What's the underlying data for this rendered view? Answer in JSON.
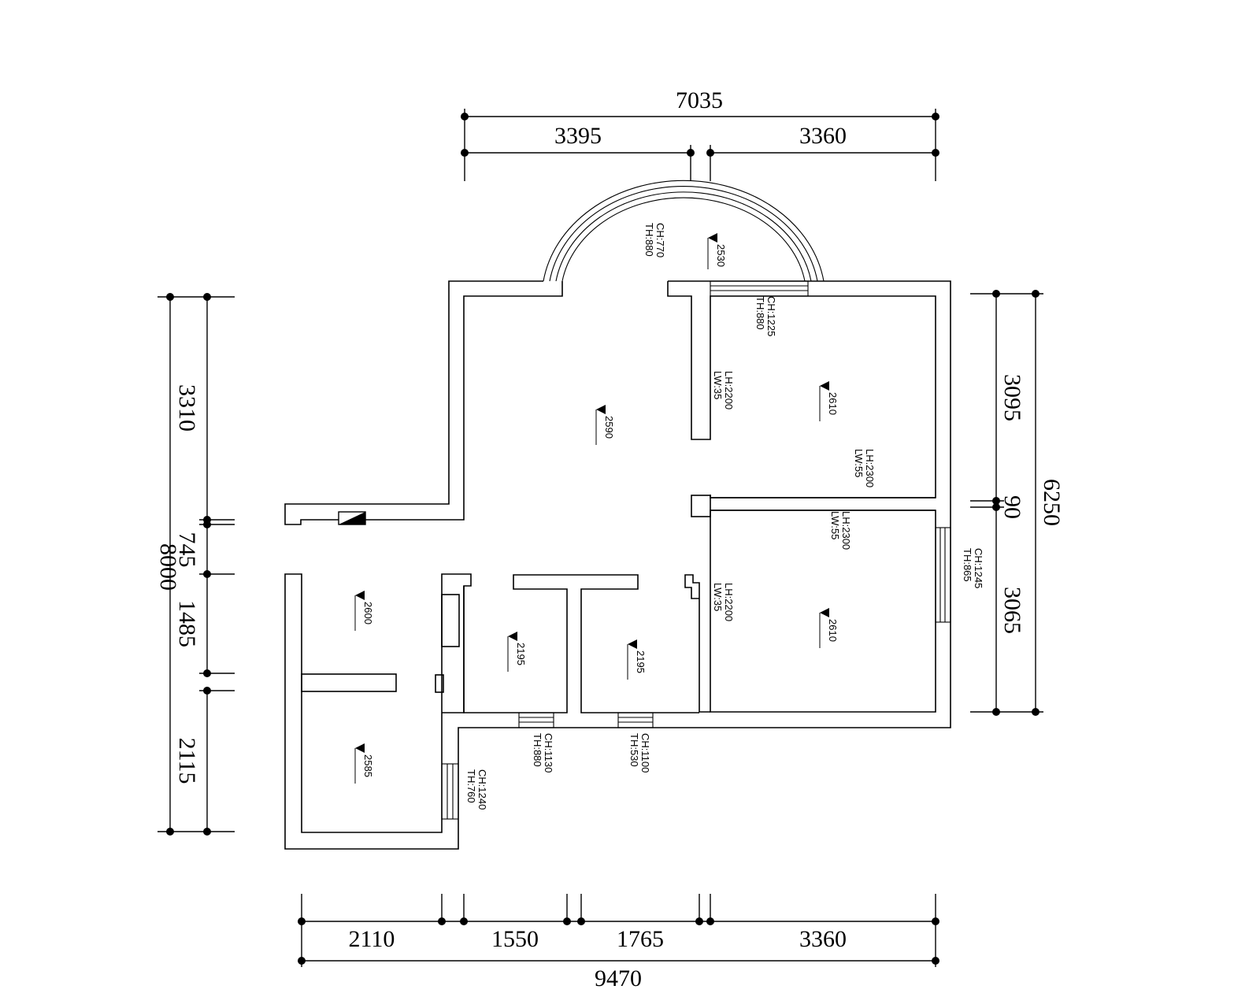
{
  "dimensions": {
    "top_total": "7035",
    "top_left": "3395",
    "top_right": "3360",
    "bottom_1": "2110",
    "bottom_2": "1550",
    "bottom_3": "1765",
    "bottom_4": "3360",
    "bottom_total": "9470",
    "left_total": "8000",
    "left_1": "3310",
    "left_2": "745",
    "left_3": "1485",
    "left_4": "2115",
    "right_1": "3095",
    "right_2": "90",
    "right_3": "3065",
    "right_total": "6250"
  },
  "annotations": {
    "bay_window": [
      "CH:770",
      "TH:880"
    ],
    "top_window": [
      "CH:1225",
      "TH:880"
    ],
    "right_window": [
      "CH:1245",
      "TH:865"
    ],
    "bottom_window_1": [
      "CH:1130",
      "TH:880"
    ],
    "bottom_window_2": [
      "CH:1100",
      "TH:530"
    ],
    "left_window": [
      "CH:1240",
      "TH:760"
    ],
    "beam_1": [
      "LH:2200",
      "LW:35"
    ],
    "beam_2": [
      "LH:2300",
      "LW:55"
    ],
    "beam_3": [
      "LH:2300",
      "LW:55"
    ],
    "beam_4": [
      "LH:2200",
      "LW:35"
    ]
  },
  "ceiling_heights": {
    "bay": "2530",
    "living": "2590",
    "bedroom_1": "2610",
    "bedroom_2": "2610",
    "room_left_top": "2600",
    "room_left_bottom": "2585",
    "room_mid_1": "2195",
    "room_mid_2": "2195"
  }
}
